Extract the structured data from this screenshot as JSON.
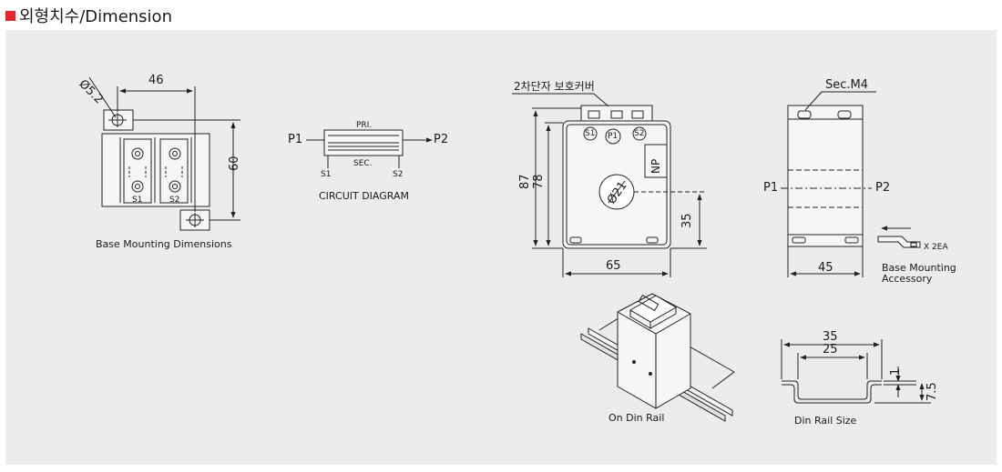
{
  "page": {
    "title": "외형치수/Dimension",
    "accent_color": "#e8262a",
    "panel_color": "#ececec"
  },
  "base_mounting": {
    "caption": "Base Mounting Dimensions",
    "dim_hole": "Ø5.2",
    "dim_width": "46",
    "dim_height": "60",
    "terminal_s1": "S1",
    "terminal_s2": "S2"
  },
  "circuit": {
    "caption": "CIRCUIT DIAGRAM",
    "p1": "P1",
    "p2": "P2",
    "pri": "PRI.",
    "sec": "SEC.",
    "s1": "S1",
    "s2": "S2"
  },
  "front_view": {
    "cover_label": "2차단자 보호커버",
    "dim_87": "87",
    "dim_78": "78",
    "dim_35": "35",
    "dim_65": "65",
    "hole": "Ø21",
    "s1": "S1",
    "p1": "P1",
    "s2": "S2",
    "np": "NP"
  },
  "side_view": {
    "sec_label": "Sec.M4",
    "p1": "P1",
    "p2": "P2",
    "dim_45": "45",
    "accessory_qty": "X 2EA",
    "accessory_caption": "Base Mounting Accessory"
  },
  "din_rail": {
    "caption": "On Din Rail",
    "rail_caption": "Din Rail Size",
    "dim_35": "35",
    "dim_25": "25",
    "dim_1": "1",
    "dim_75": "7.5"
  }
}
